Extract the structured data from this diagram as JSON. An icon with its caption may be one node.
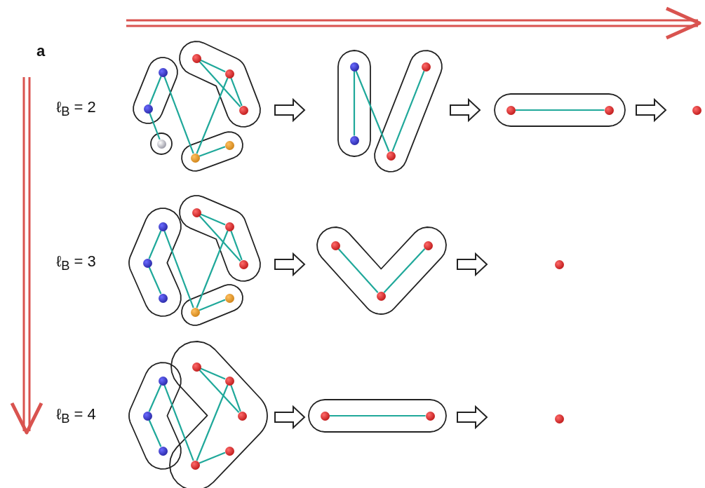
{
  "diagram": {
    "nodes": [
      {
        "text": [],
        "shape": "capsule"
      },
      {
        "text": [],
        "shape": "circle",
        "in": 0
      },
      {
        "text": [],
        "shape": "circle",
        "in": 0
      },
      {
        "text": [],
        "shape": "capsule"
      },
      {
        "text": [],
        "shape": "circle",
        "in": 3
      },
      {
        "text": [],
        "shape": "circle",
        "in": 3
      },
      {
        "text": [],
        "shape": "circle",
        "in": 3
      },
      {
        "text": [],
        "shape": "circle"
      },
      {
        "text": [],
        "shape": "circle",
        "in": 7
      },
      {
        "text": [],
        "shape": "capsule"
      },
      {
        "text": [],
        "shape": "circle",
        "in": 9
      },
      {
        "text": [],
        "shape": "circle",
        "in": 9
      },
      {
        "text": [],
        "shape": "capsule"
      },
      {
        "text": [],
        "shape": "circle",
        "in": 12
      },
      {
        "text": [],
        "shape": "circle",
        "in": 12
      },
      {
        "text": [],
        "shape": "capsule"
      },
      {
        "text": [],
        "shape": "circle",
        "in": 15
      },
      {
        "text": [],
        "shape": "circle",
        "in": 15
      },
      {
        "text": [],
        "shape": "capsule"
      },
      {
        "text": [],
        "shape": "circle",
        "in": 18
      },
      {
        "text": [],
        "shape": "circle",
        "in": 18
      },
      {
        "text": [],
        "shape": "circle"
      },
      {
        "text": [],
        "shape": "capsule"
      },
      {
        "text": [],
        "shape": "circle",
        "in": 22
      },
      {
        "text": [],
        "shape": "circle",
        "in": 22
      },
      {
        "text": [],
        "shape": "circle",
        "in": 22
      },
      {
        "text": [],
        "shape": "capsule"
      },
      {
        "text": [],
        "shape": "circle",
        "in": 26
      },
      {
        "text": [],
        "shape": "circle",
        "in": 26
      },
      {
        "text": [],
        "shape": "circle",
        "in": 26
      },
      {
        "text": [],
        "shape": "capsule"
      },
      {
        "text": [],
        "shape": "circle",
        "in": 30
      },
      {
        "text": [],
        "shape": "circle",
        "in": 30
      },
      {
        "text": [],
        "shape": "capsule"
      },
      {
        "text": [],
        "shape": "circle",
        "in": 33
      },
      {
        "text": [],
        "shape": "circle",
        "in": 33
      },
      {
        "text": [],
        "shape": "circle",
        "in": 33
      },
      {
        "text": [],
        "shape": "circle"
      },
      {
        "text": [],
        "shape": "capsule"
      },
      {
        "text": [],
        "shape": "circle",
        "in": 38
      },
      {
        "text": [],
        "shape": "circle",
        "in": 38
      },
      {
        "text": [],
        "shape": "circle",
        "in": 38
      },
      {
        "text": [],
        "shape": "capsule"
      },
      {
        "text": [],
        "shape": "circle",
        "in": 42
      },
      {
        "text": [],
        "shape": "circle",
        "in": 42
      },
      {
        "text": [],
        "shape": "circle",
        "in": 42
      },
      {
        "text": [],
        "shape": "circle",
        "in": 42
      },
      {
        "text": [],
        "shape": "circle",
        "in": 42
      },
      {
        "text": [],
        "shape": "capsule"
      },
      {
        "text": [],
        "shape": "circle",
        "in": 48
      },
      {
        "text": [],
        "shape": "circle",
        "in": 48
      },
      {
        "text": [],
        "shape": "circle"
      }
    ],
    "edges": [
      {
        "from": 1,
        "to": 2,
        "arrow": "none"
      },
      {
        "from": 1,
        "to": 10,
        "arrow": "none"
      },
      {
        "from": 2,
        "to": 8,
        "arrow": "none"
      },
      {
        "from": 4,
        "to": 5,
        "arrow": "none"
      },
      {
        "from": 4,
        "to": 6,
        "arrow": "none"
      },
      {
        "from": 5,
        "to": 6,
        "arrow": "none"
      },
      {
        "from": 5,
        "to": 10,
        "arrow": "none"
      },
      {
        "from": 10,
        "to": 11,
        "arrow": "none"
      },
      {
        "from": 13,
        "to": 14,
        "arrow": "none"
      },
      {
        "from": 13,
        "to": 17,
        "arrow": "none"
      },
      {
        "from": 16,
        "to": 17,
        "arrow": "none"
      },
      {
        "from": 19,
        "to": 20,
        "arrow": "none"
      },
      {
        "from": 23,
        "to": 24,
        "arrow": "none"
      },
      {
        "from": 24,
        "to": 25,
        "arrow": "none"
      },
      {
        "from": 23,
        "to": 31,
        "arrow": "none"
      },
      {
        "from": 27,
        "to": 28,
        "arrow": "none"
      },
      {
        "from": 27,
        "to": 29,
        "arrow": "none"
      },
      {
        "from": 28,
        "to": 29,
        "arrow": "none"
      },
      {
        "from": 28,
        "to": 31,
        "arrow": "none"
      },
      {
        "from": 31,
        "to": 32,
        "arrow": "none"
      },
      {
        "from": 34,
        "to": 35,
        "arrow": "none"
      },
      {
        "from": 35,
        "to": 36,
        "arrow": "none"
      },
      {
        "from": 39,
        "to": 40,
        "arrow": "none"
      },
      {
        "from": 40,
        "to": 41,
        "arrow": "none"
      },
      {
        "from": 39,
        "to": 47,
        "arrow": "none"
      },
      {
        "from": 43,
        "to": 44,
        "arrow": "none"
      },
      {
        "from": 43,
        "to": 45,
        "arrow": "none"
      },
      {
        "from": 44,
        "to": 45,
        "arrow": "none"
      },
      {
        "from": 44,
        "to": 47,
        "arrow": "none"
      },
      {
        "from": 47,
        "to": 46,
        "arrow": "none"
      },
      {
        "from": 49,
        "to": 50,
        "arrow": "none"
      }
    ],
    "labels": [
      "a",
      "ℓ$_{B}$ = 2",
      "ℓ$_{B}$ = 3",
      "ℓ$_{B}$ = 4"
    ]
  }
}
